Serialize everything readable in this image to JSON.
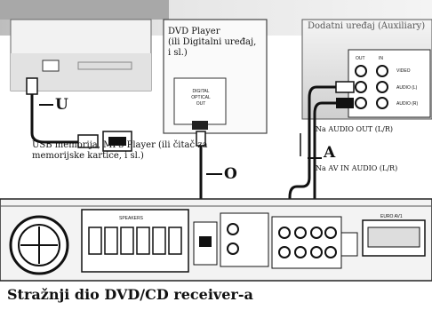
{
  "labels": {
    "dvd_player": [
      "DVD Player",
      "(ili Digitalni uređaj,",
      "i sl.)"
    ],
    "auxiliary": "Dodatni uređaj (Auxiliary)",
    "usb": [
      "USB memorija, MP3 Player (ili čitač za",
      "memorijske kartice, i sl.)"
    ],
    "audio_out": "Na AUDIO OUT (L/R)",
    "av_in": "Na AV IN AUDIO (L/R)",
    "marker_u": "U",
    "marker_o": "O",
    "marker_a": "A",
    "caption": "Stražnji dio DVD/CD receiver-a"
  },
  "panel_text": {
    "optical_out": [
      "DIGITAL",
      "OPTICAL",
      "OUT"
    ],
    "aux_cols": [
      "OUT",
      "IN"
    ],
    "aux_video": "VIDEO",
    "aux_audio_l": "AUDIO (L)",
    "aux_audio_r": "AUDIO (R)",
    "speakers": "SPEAKERS",
    "scart": "EURO AV1"
  }
}
